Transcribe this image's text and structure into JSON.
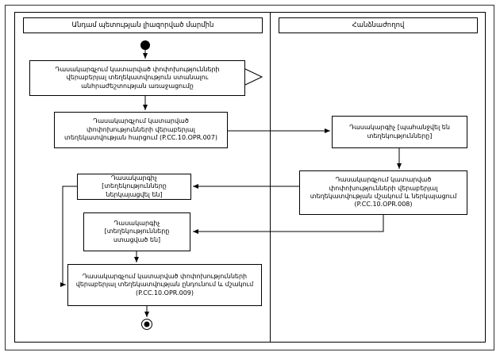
{
  "colors": {
    "line": "#000000",
    "background": "#ffffff",
    "box_fill": "#ffffff"
  },
  "lanes": {
    "left_title": "Անդամ պետության լիազորված մարմին",
    "right_title": "Հանձնաժողով"
  },
  "nodes": {
    "need_arises": "Դասակարգչում կատարված փոփոխությունների վերաբերյալ տեղեկատվություն ստանալու անհրաժեշտության առաջացումը",
    "request_info": "Դասակարգչում կատարված փոփոխությունների վերաբերյալ տեղեկատվության հարցում (P.CC.10.OPR.007)",
    "state_requested": "Դասակարգիչ [պահանջվել են տեղեկությունները]",
    "process_present": "Դասակարգչում կատարված փոփոխությունների վերաբերյալ տեղեկատվության մշակում և ներկայացում (P.CC.10.OPR.008)",
    "state_presented": "Դասակարգիչ [տեղեկությունները ներկայացվել են]",
    "state_received": "Դասակարգիչ [տեղեկությունները ստացված են]",
    "receive_process": "Դասակարգչում կատարված փոփոխությունների վերաբերյալ տեղեկատվության ընդունում և մշակում (P.CC.10.OPR.009)"
  }
}
